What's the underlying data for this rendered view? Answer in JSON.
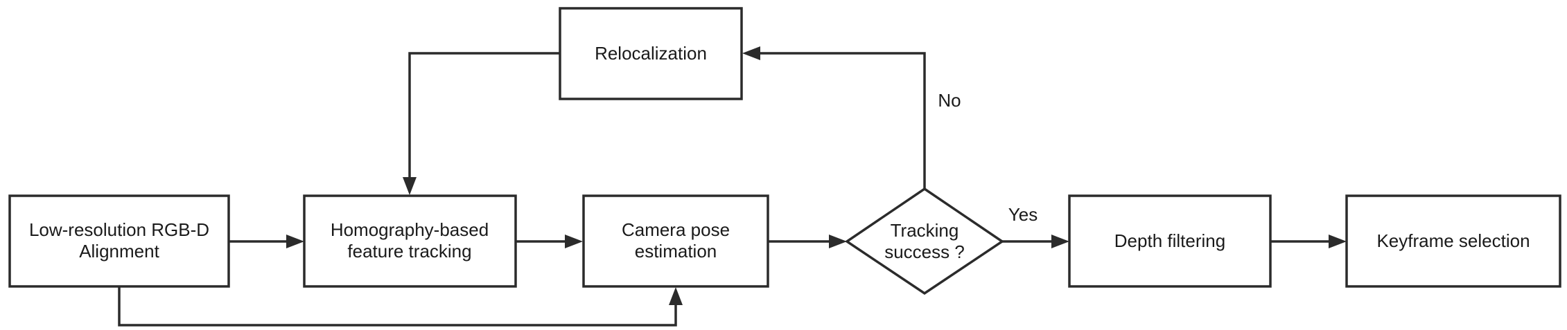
{
  "diagram": {
    "nodes": {
      "low_res": {
        "line1": "Low-resolution RGB-D",
        "line2": "Alignment"
      },
      "homography": {
        "line1": "Homography-based",
        "line2": "feature tracking"
      },
      "camera_pose": {
        "line1": "Camera pose",
        "line2": "estimation"
      },
      "tracking": {
        "line1": "Tracking",
        "line2": "success ?"
      },
      "depth": {
        "label": "Depth filtering"
      },
      "keyframe": {
        "label": "Keyframe selection"
      },
      "reloc": {
        "label": "Relocalization"
      }
    },
    "edges": {
      "no_label": "No",
      "yes_label": "Yes"
    }
  }
}
